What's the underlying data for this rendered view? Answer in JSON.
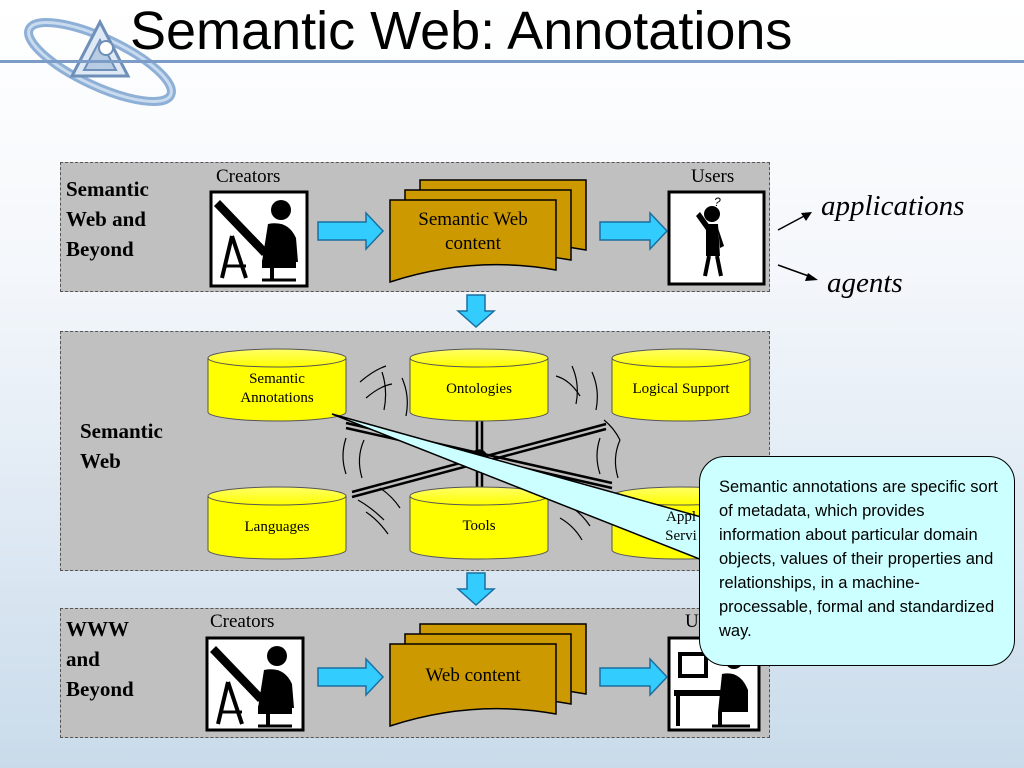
{
  "slide": {
    "title": "Semantic Web: Annotations"
  },
  "top_layer": {
    "label_lines": [
      "Semantic",
      "Web and",
      "Beyond"
    ],
    "creators_label": "Creators",
    "users_label": "Users",
    "content_lines": [
      "Semantic Web",
      "content"
    ]
  },
  "outputs": {
    "applications": "applications",
    "agents": "agents"
  },
  "middle_layer": {
    "label_lines": [
      "Semantic",
      "Web"
    ],
    "cylinders": {
      "annotations_lines": [
        "Semantic",
        "Annotations"
      ],
      "ontologies": "Ontologies",
      "logical_support": "Logical Support",
      "languages": "Languages",
      "tools": "Tools",
      "services_lines": [
        "Appl",
        "Servi"
      ]
    }
  },
  "bottom_layer": {
    "label_lines": [
      "WWW",
      "and",
      "Beyond"
    ],
    "creators_label": "Creators",
    "users_label": "Users",
    "content_label": "Web content"
  },
  "callout": {
    "text": "Semantic annotations are specific sort of metadata, which provides information about particular domain objects, values of their properties and relationships, in a machine-processable, formal and standardized way."
  },
  "colors": {
    "panel": "#c0c0c0",
    "cylinder": "#ffff00",
    "document": "#cc9900",
    "arrow": "#33ccff",
    "callout": "#ccffff"
  }
}
